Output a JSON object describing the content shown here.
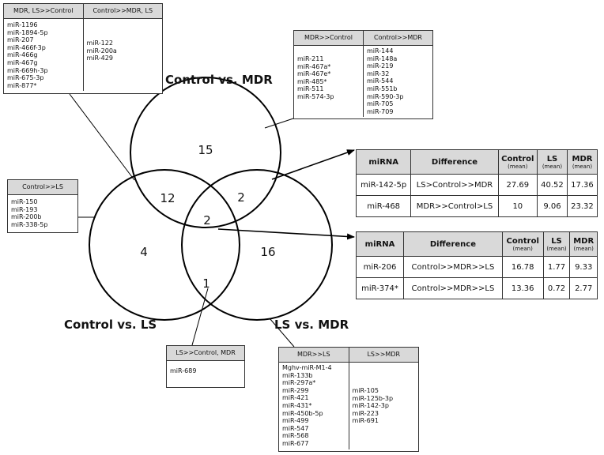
{
  "sets": {
    "control_vs_mdr": "Control vs. MDR",
    "control_vs_ls": "Control vs. LS",
    "ls_vs_mdr": "LS vs. MDR"
  },
  "counts": {
    "mdr_only": "15",
    "control_mdr": "12",
    "mdr_ls": "2",
    "all_three": "2",
    "control_only": "4",
    "control_ls": "1",
    "ls_only": "16"
  },
  "box_top_left": {
    "headers": [
      "MDR, LS>>Control",
      "Control>>MDR, LS"
    ],
    "col1": [
      "miR-1196",
      "miR-1894-5p",
      "miR-207",
      "miR-466f-3p",
      "miR-466g",
      "miR-467g",
      "miR-669h-3p",
      "miR-675-3p",
      "miR-877*"
    ],
    "col2": [
      "miR-122",
      "miR-200a",
      "miR-429"
    ]
  },
  "box_top_right": {
    "headers": [
      "MDR>>Control",
      "Control>>MDR"
    ],
    "col1": [
      "miR-211",
      "miR-467a*",
      "miR-467e*",
      "miR-485*",
      "miR-511",
      "miR-574-3p"
    ],
    "col2": [
      "miR-144",
      "miR-148a",
      "miR-219",
      "miR-32",
      "miR-544",
      "miR-551b",
      "miR-590-3p",
      "miR-705",
      "miR-709"
    ]
  },
  "box_left": {
    "headers": [
      "Control>>LS"
    ],
    "col1": [
      "miR-150",
      "miR-193",
      "miR-200b",
      "miR-338-5p"
    ]
  },
  "box_bottom_mid": {
    "headers": [
      "LS>>Control, MDR"
    ],
    "col1": [
      "miR-689"
    ]
  },
  "box_bottom_right": {
    "headers": [
      "MDR>>LS",
      "LS>>MDR"
    ],
    "col1": [
      "Mghv-miR-M1-4",
      "miR-133b",
      "miR-297a*",
      "miR-299",
      "miR-421",
      "miR-431*",
      "miR-450b-5p",
      "miR-499",
      "miR-547",
      "miR-568",
      "miR-677"
    ],
    "col2": [
      "miR-105",
      "miR-125b-3p",
      "miR-142-3p",
      "miR-223",
      "miR-691"
    ]
  },
  "table_top": {
    "headers": [
      "miRNA",
      "Difference",
      "Control",
      "LS",
      "MDR"
    ],
    "sub": [
      "",
      "",
      "(mean)",
      "(mean)",
      "(mean)"
    ],
    "rows": [
      [
        "miR-142-5p",
        "LS>Control>>MDR",
        "27.69",
        "40.52",
        "17.36"
      ],
      [
        "miR-468",
        "MDR>>Control>LS",
        "10",
        "9.06",
        "23.32"
      ]
    ]
  },
  "table_bottom": {
    "headers": [
      "miRNA",
      "Difference",
      "Control",
      "LS",
      "MDR"
    ],
    "sub": [
      "",
      "",
      "(mean)",
      "(mean)",
      "(mean)"
    ],
    "rows": [
      [
        "miR-206",
        "Control>>MDR>>LS",
        "16.78",
        "1.77",
        "9.33"
      ],
      [
        "miR-374*",
        "Control>>MDR>>LS",
        "13.36",
        "0.72",
        "2.77"
      ]
    ]
  }
}
